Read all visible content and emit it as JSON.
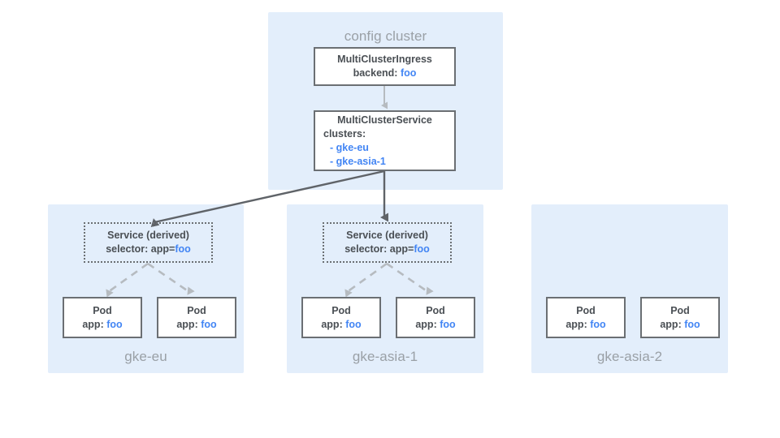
{
  "config_cluster": {
    "title": "config cluster",
    "nodes": {
      "mci": {
        "title": "MultiClusterIngress",
        "line2_label": "backend:",
        "line2_value": "foo"
      },
      "mcs": {
        "title": "MultiClusterService",
        "line2_label": "clusters:",
        "items": [
          "- gke-eu",
          "- gke-asia-1"
        ]
      }
    }
  },
  "clusters": [
    {
      "name": "gke-eu",
      "service": {
        "title": "Service (derived)",
        "selector_label": "selector: app=",
        "selector_value": "foo"
      },
      "pods": [
        {
          "title": "Pod",
          "label": "app:",
          "value": "foo"
        },
        {
          "title": "Pod",
          "label": "app:",
          "value": "foo"
        }
      ]
    },
    {
      "name": "gke-asia-1",
      "service": {
        "title": "Service (derived)",
        "selector_label": "selector: app=",
        "selector_value": "foo"
      },
      "pods": [
        {
          "title": "Pod",
          "label": "app:",
          "value": "foo"
        },
        {
          "title": "Pod",
          "label": "app:",
          "value": "foo"
        }
      ]
    },
    {
      "name": "gke-asia-2",
      "service": null,
      "pods": [
        {
          "title": "Pod",
          "label": "app:",
          "value": "foo"
        },
        {
          "title": "Pod",
          "label": "app:",
          "value": "foo"
        }
      ]
    }
  ],
  "colors": {
    "panel_bg": "#e3eefb",
    "accent_blue": "#4285f4",
    "node_border": "#6b6f73",
    "muted_label": "#9aa0a6",
    "arrow_dark": "#5f6368",
    "arrow_light": "#b6bbc0"
  }
}
